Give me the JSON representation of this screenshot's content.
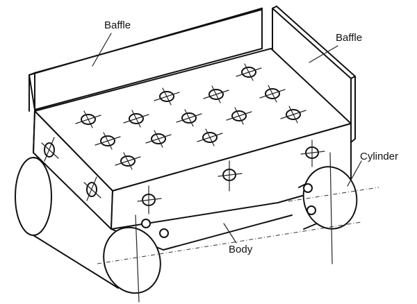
{
  "labels": {
    "baffle_left": "Baffle",
    "baffle_right": "Baffle",
    "cylinder": "Cylinder",
    "body": "Body"
  }
}
